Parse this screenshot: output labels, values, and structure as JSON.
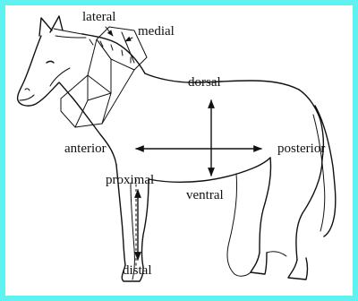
{
  "labels": {
    "lateral": "lateral",
    "medial": "medial",
    "dorsal": "dorsal",
    "anterior": "anterior",
    "posterior": "posterior",
    "proximal": "proximal",
    "ventral": "ventral",
    "distal": "distal"
  },
  "colors": {
    "border": "#5ef2f0",
    "background": "#ffffff",
    "ink": "#111111"
  }
}
